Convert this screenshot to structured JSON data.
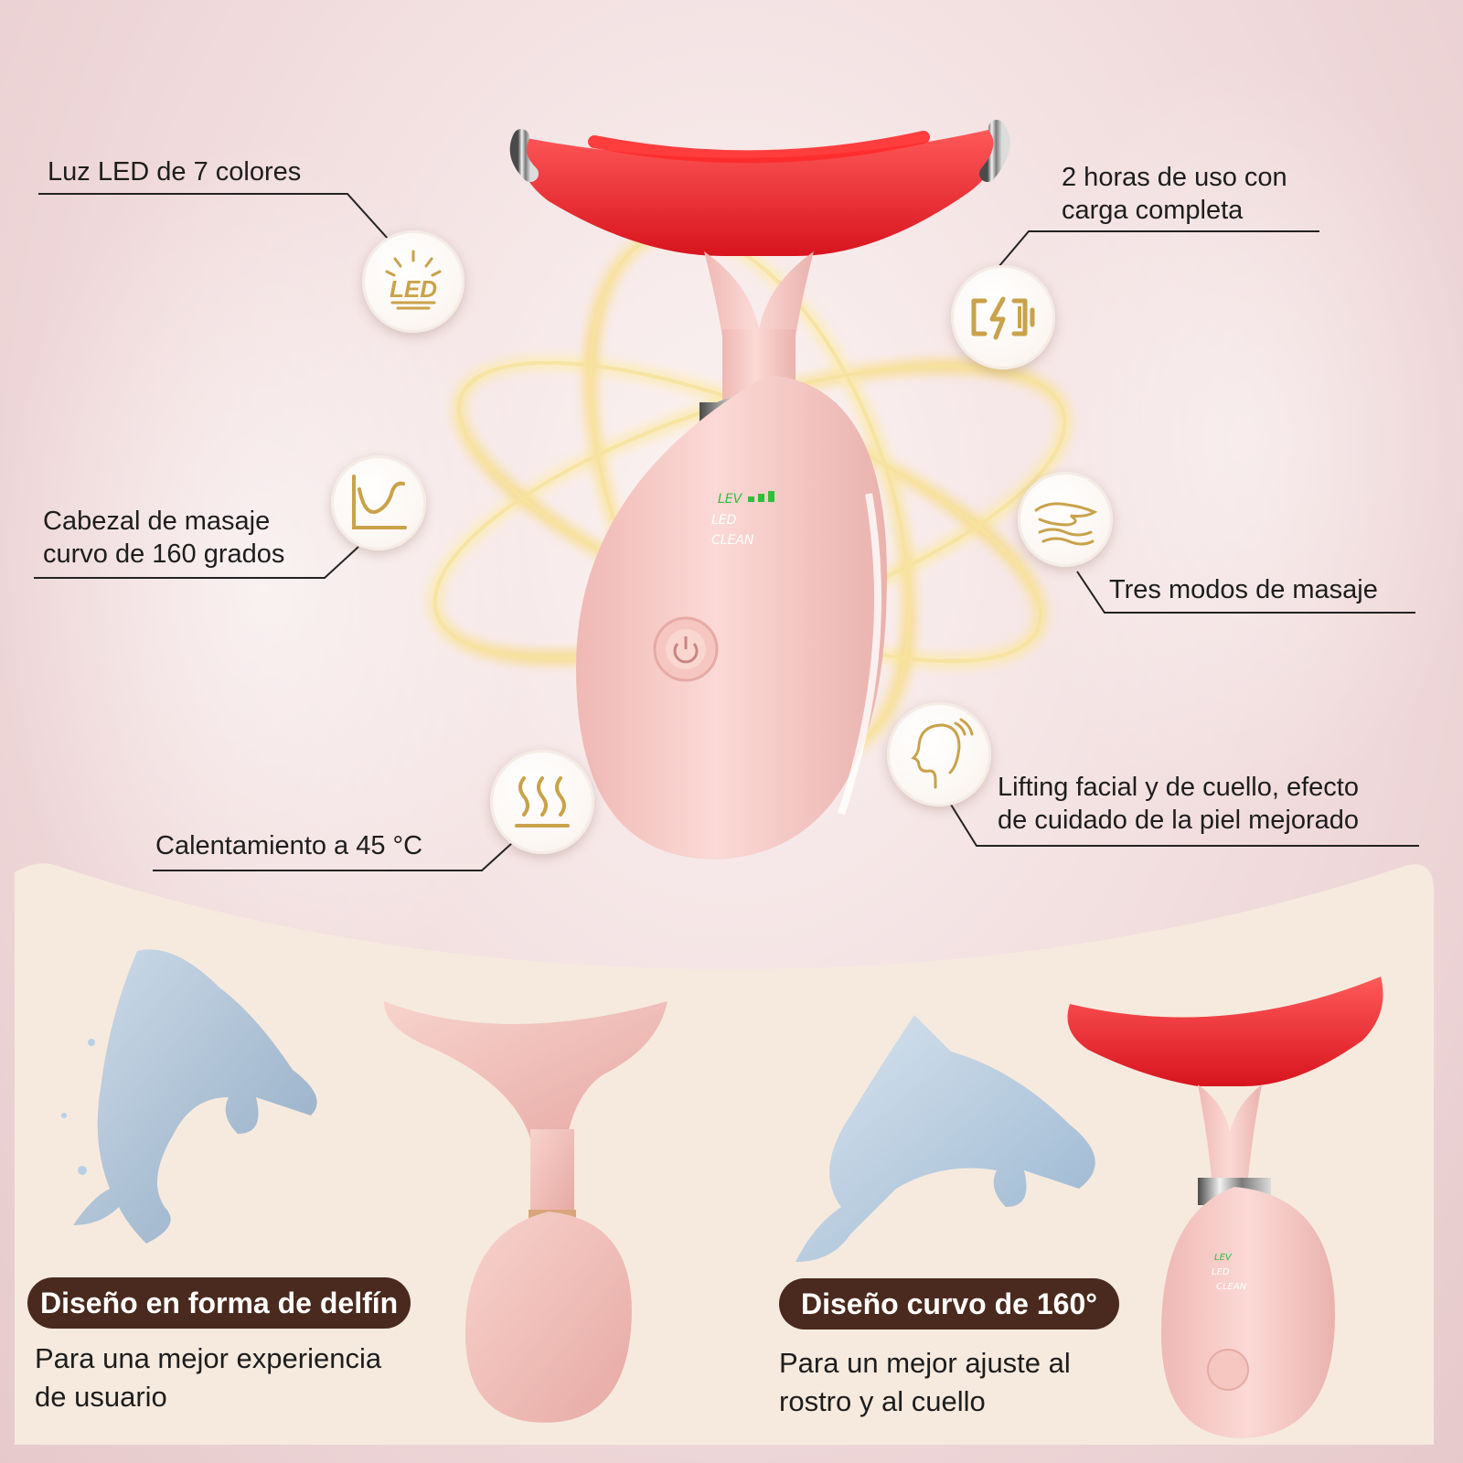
{
  "callouts": {
    "led": {
      "text": "Luz LED de 7 colores",
      "icon": "led-light-icon",
      "icon_label": "LED"
    },
    "battery": {
      "text": "2 horas de uso con\ncarga completa",
      "icon": "battery-charge-icon"
    },
    "curve": {
      "text": "Cabezal de masaje\ncurvo de 160 grados",
      "icon": "curve-graph-icon"
    },
    "modes": {
      "text": "Tres modos de masaje",
      "icon": "hand-wave-icon"
    },
    "heat": {
      "text": "Calentamiento a 45 °C",
      "icon": "heat-waves-icon"
    },
    "lifting": {
      "text": "Lifting facial y de cuello, efecto\nde cuidado de la piel mejorado",
      "icon": "face-profile-icon"
    }
  },
  "device": {
    "status_lines": [
      "LEV",
      "LED",
      "CLEAN"
    ]
  },
  "panels": {
    "left": {
      "title": "Diseño en forma de delfín",
      "subtitle": "Para una mejor experiencia\nde usuario"
    },
    "right": {
      "title": "Diseño curvo de 160°",
      "subtitle": "Para un mejor ajuste al\nrostro y al cuello"
    }
  },
  "colors": {
    "accent_gold": "#c9a24a",
    "pill_brown": "#4a2a1e",
    "device_pink": "#f4c9c6",
    "led_red": "#e8202a"
  }
}
